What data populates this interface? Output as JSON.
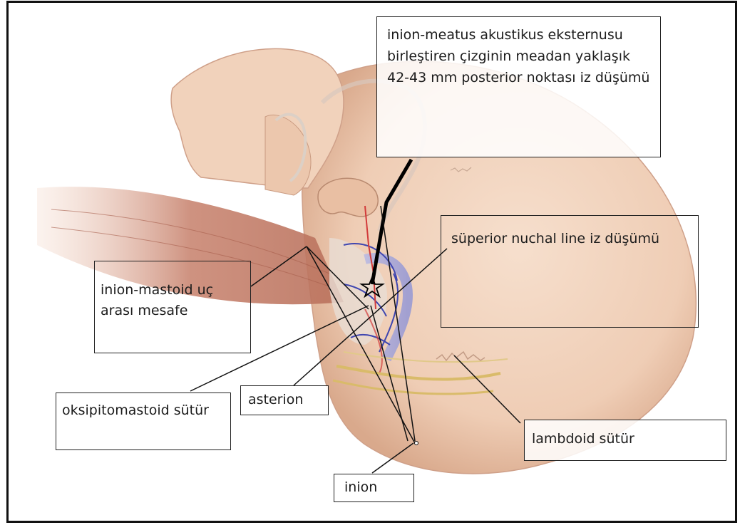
{
  "labels": {
    "meatus_note": "inion-meatus akustikus eksternusu birleştiren çizginin meadan yaklaşık 42-43 mm posterior noktası iz düşümü",
    "superior_nuchal": "süperior nuchal line iz düşümü",
    "inion_mastoid": "inion-mastoid uç arası mesafe",
    "oksipitomastoid": "oksipitomastoid sütür",
    "asterion": "asterion",
    "lambdoid": "lambdoid sütür",
    "inion": "inion"
  },
  "colors": {
    "skin": "#f1d2bb",
    "skin_shadow": "#d9a98c",
    "muscle": "#c98672",
    "vein": "#3f46b0",
    "artery": "#d23b3b",
    "nerve": "#d9bb6a",
    "line": "#111111"
  }
}
